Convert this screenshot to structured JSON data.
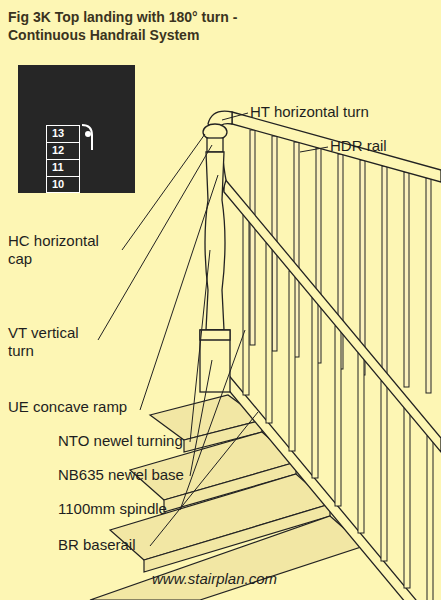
{
  "diagram": {
    "title": "Fig 3K Top landing with 180° turn - Continuous Handrail System",
    "nodes": [
      {
        "text": [
          "13"
        ]
      },
      {
        "text": [
          "12"
        ]
      },
      {
        "text": [
          "11"
        ]
      },
      {
        "text": [
          "10"
        ]
      }
    ],
    "labels": [
      "HT horizontal turn",
      "HDR rail",
      "HC horizontal cap",
      "VT vertical turn",
      "UE concave ramp",
      "NTO newel turning",
      "NB635 newel base",
      "1100mm spindle",
      "BR baserail",
      "www.stairplan.com"
    ]
  }
}
